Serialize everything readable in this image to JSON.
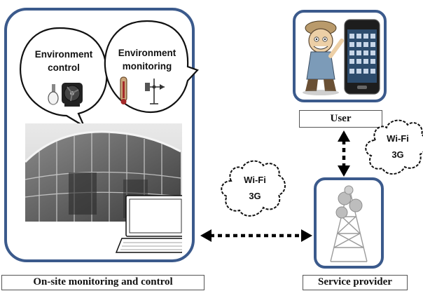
{
  "bubbles": {
    "control": {
      "line1": "Environment",
      "line2": "control"
    },
    "monitoring": {
      "line1": "Environment",
      "line2": "monitoring"
    }
  },
  "labels": {
    "onsite": "On-site monitoring and control",
    "user": "User",
    "provider": "Service provider"
  },
  "wireless": {
    "left": {
      "line1": "Wi-Fi",
      "line2": "3G"
    },
    "right": {
      "line1": "Wi-Fi",
      "line2": "3G"
    }
  },
  "colors": {
    "panel_border": "#3b5a8c",
    "arrow": "#000000"
  }
}
